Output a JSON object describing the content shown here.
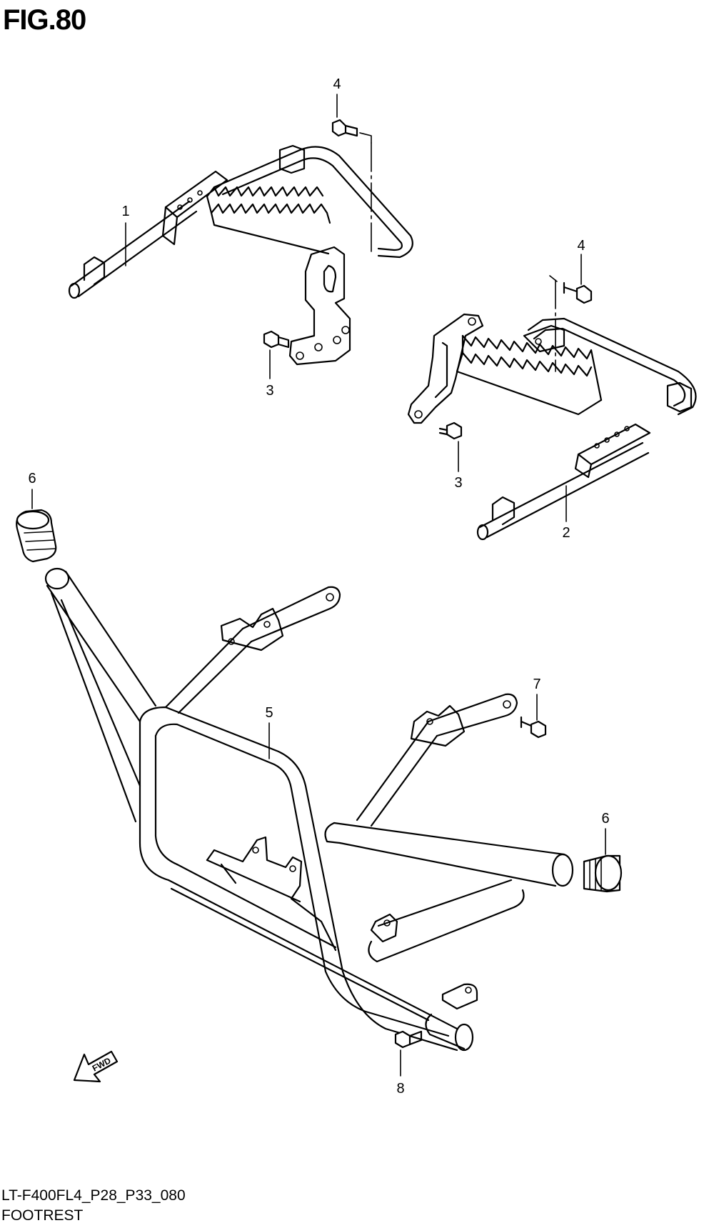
{
  "figure": {
    "title": "FIG.80",
    "code": "LT-F400FL4_P28_P33_080",
    "name": "FOOTREST"
  },
  "callouts": [
    {
      "id": "c1",
      "label": "1"
    },
    {
      "id": "c2",
      "label": "2"
    },
    {
      "id": "c3a",
      "label": "3"
    },
    {
      "id": "c3b",
      "label": "3"
    },
    {
      "id": "c4a",
      "label": "4"
    },
    {
      "id": "c4b",
      "label": "4"
    },
    {
      "id": "c5",
      "label": "5"
    },
    {
      "id": "c6a",
      "label": "6"
    },
    {
      "id": "c6b",
      "label": "6"
    },
    {
      "id": "c7",
      "label": "7"
    },
    {
      "id": "c8",
      "label": "8"
    }
  ],
  "direction_arrow": {
    "label": "FWD",
    "icon": "fwd-arrow-icon"
  }
}
